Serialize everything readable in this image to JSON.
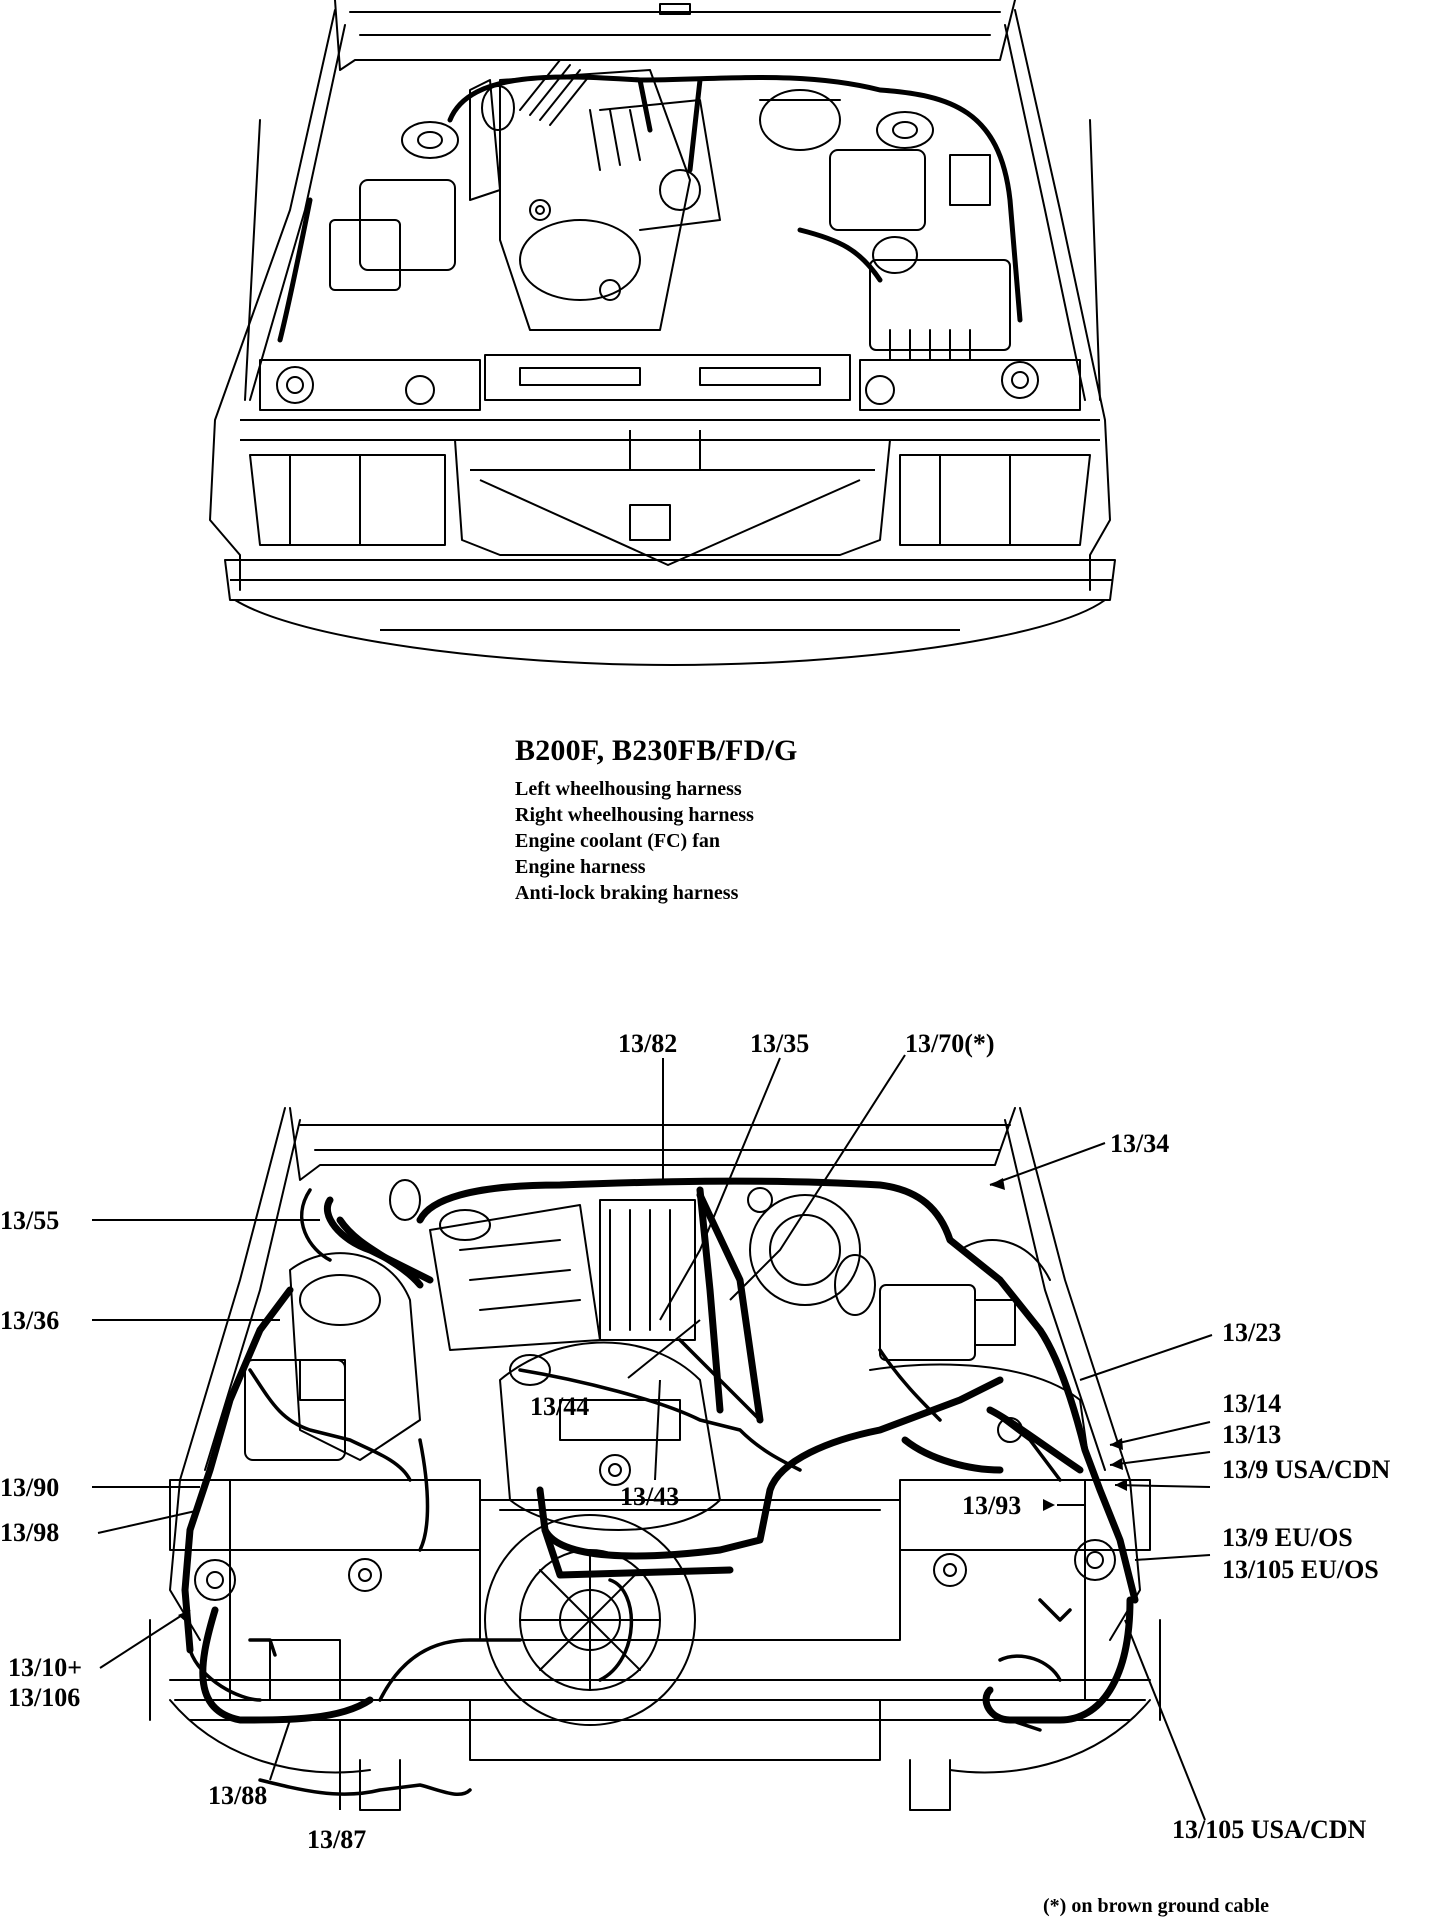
{
  "caption": {
    "title": "B200F, B230FB/FD/G",
    "items": [
      "Left wheelhousing harness",
      "Right wheelhousing harness",
      "Engine coolant (FC) fan",
      "Engine harness",
      "Anti-lock braking harness"
    ]
  },
  "callouts": [
    {
      "id": "13-82",
      "text": "13/82"
    },
    {
      "id": "13-35",
      "text": "13/35"
    },
    {
      "id": "13-70",
      "text": "13/70(*)"
    },
    {
      "id": "13-34",
      "text": "13/34"
    },
    {
      "id": "13-55",
      "text": "13/55"
    },
    {
      "id": "13-36",
      "text": "13/36"
    },
    {
      "id": "13-23",
      "text": "13/23"
    },
    {
      "id": "13-44",
      "text": "13/44"
    },
    {
      "id": "13-43",
      "text": "13/43"
    },
    {
      "id": "13-14",
      "text": "13/14"
    },
    {
      "id": "13-13",
      "text": "13/13"
    },
    {
      "id": "13-9-usa",
      "text": "13/9 USA/CDN"
    },
    {
      "id": "13-90",
      "text": "13/90"
    },
    {
      "id": "13-98",
      "text": "13/98"
    },
    {
      "id": "13-93",
      "text": "13/93"
    },
    {
      "id": "13-9-eu",
      "text": "13/9 EU/OS"
    },
    {
      "id": "13-105-eu",
      "text": "13/105 EU/OS"
    },
    {
      "id": "13-10",
      "text": "13/10+"
    },
    {
      "id": "13-106",
      "text": "13/106"
    },
    {
      "id": "13-88",
      "text": "13/88"
    },
    {
      "id": "13-87",
      "text": "13/87"
    },
    {
      "id": "13-105-usa",
      "text": "13/105 USA/CDN"
    }
  ],
  "footnote": "(*) on brown ground cable"
}
